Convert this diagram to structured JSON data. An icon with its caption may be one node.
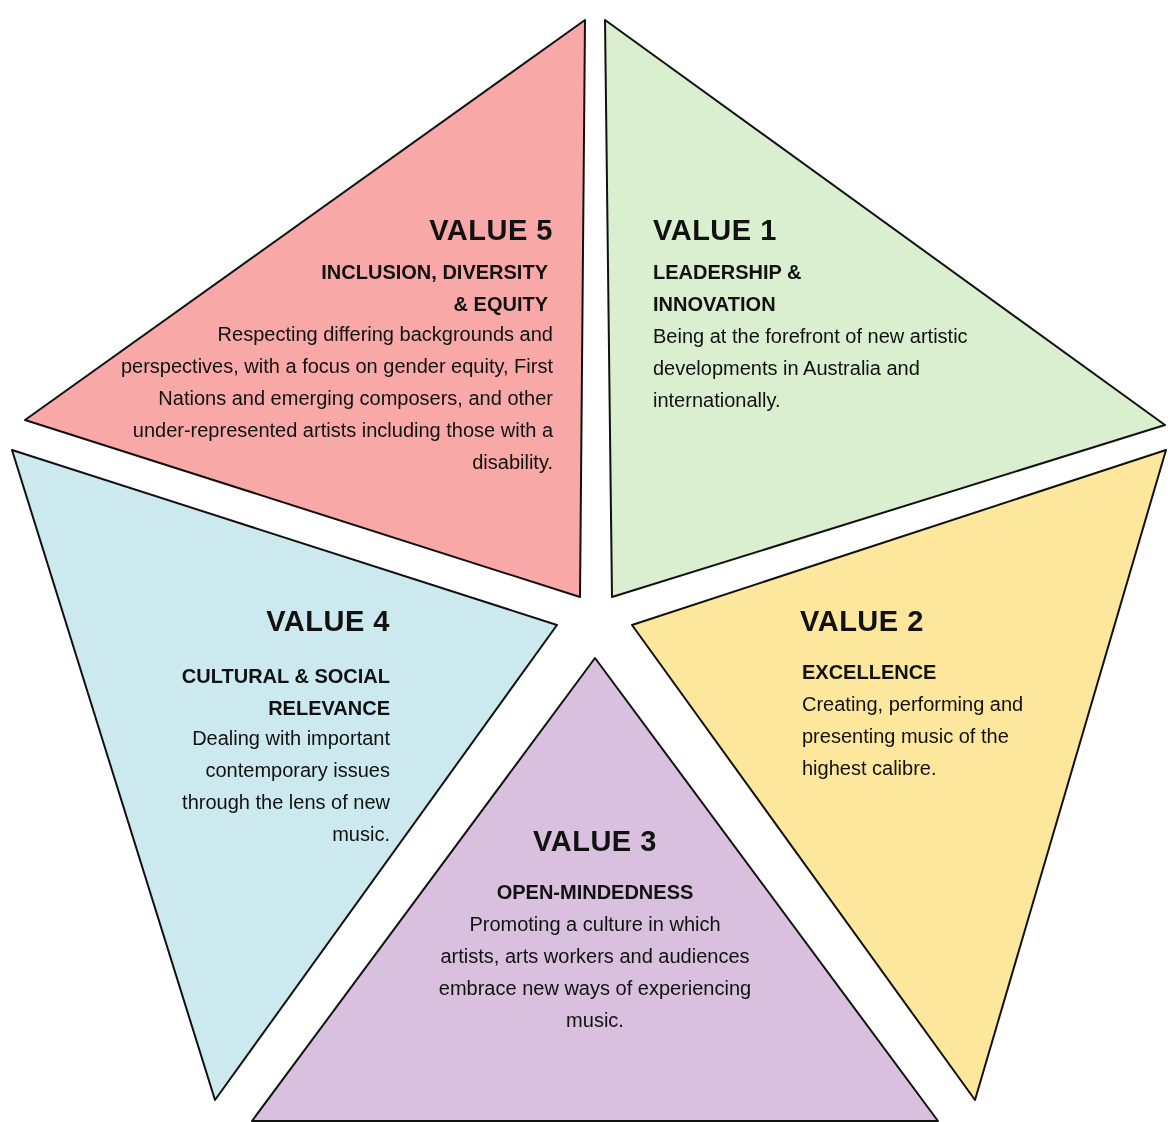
{
  "diagram": {
    "nodes": [
      {
        "text": [
          "VALUE 5",
          "INCLUSION, DIVERSITY & EQUITY",
          "Respecting differing backgrounds and perspectives, with a focus on gender equity, First Nations and emerging composers, and other under-represented artists including those with a disability."
        ]
      },
      {
        "text": [
          "VALUE 1",
          "LEADERSHIP & INNOVATION",
          "Being at the forefront of new artistic developments in Australia and internationally."
        ]
      },
      {
        "text": [
          "VALUE 4",
          "CULTURAL & SOCIAL RELEVANCE",
          "Dealing with important contemporary issues through the lens of new music."
        ]
      },
      {
        "text": [
          "VALUE 2",
          "EXCELLENCE",
          "Creating, performing and presenting music of the highest calibre."
        ]
      },
      {
        "text": [
          "VALUE 3",
          "OPEN-MINDEDNESS",
          "Promoting a culture in which artists, arts workers and audiences embrace new ways of experiencing music."
        ]
      }
    ]
  }
}
